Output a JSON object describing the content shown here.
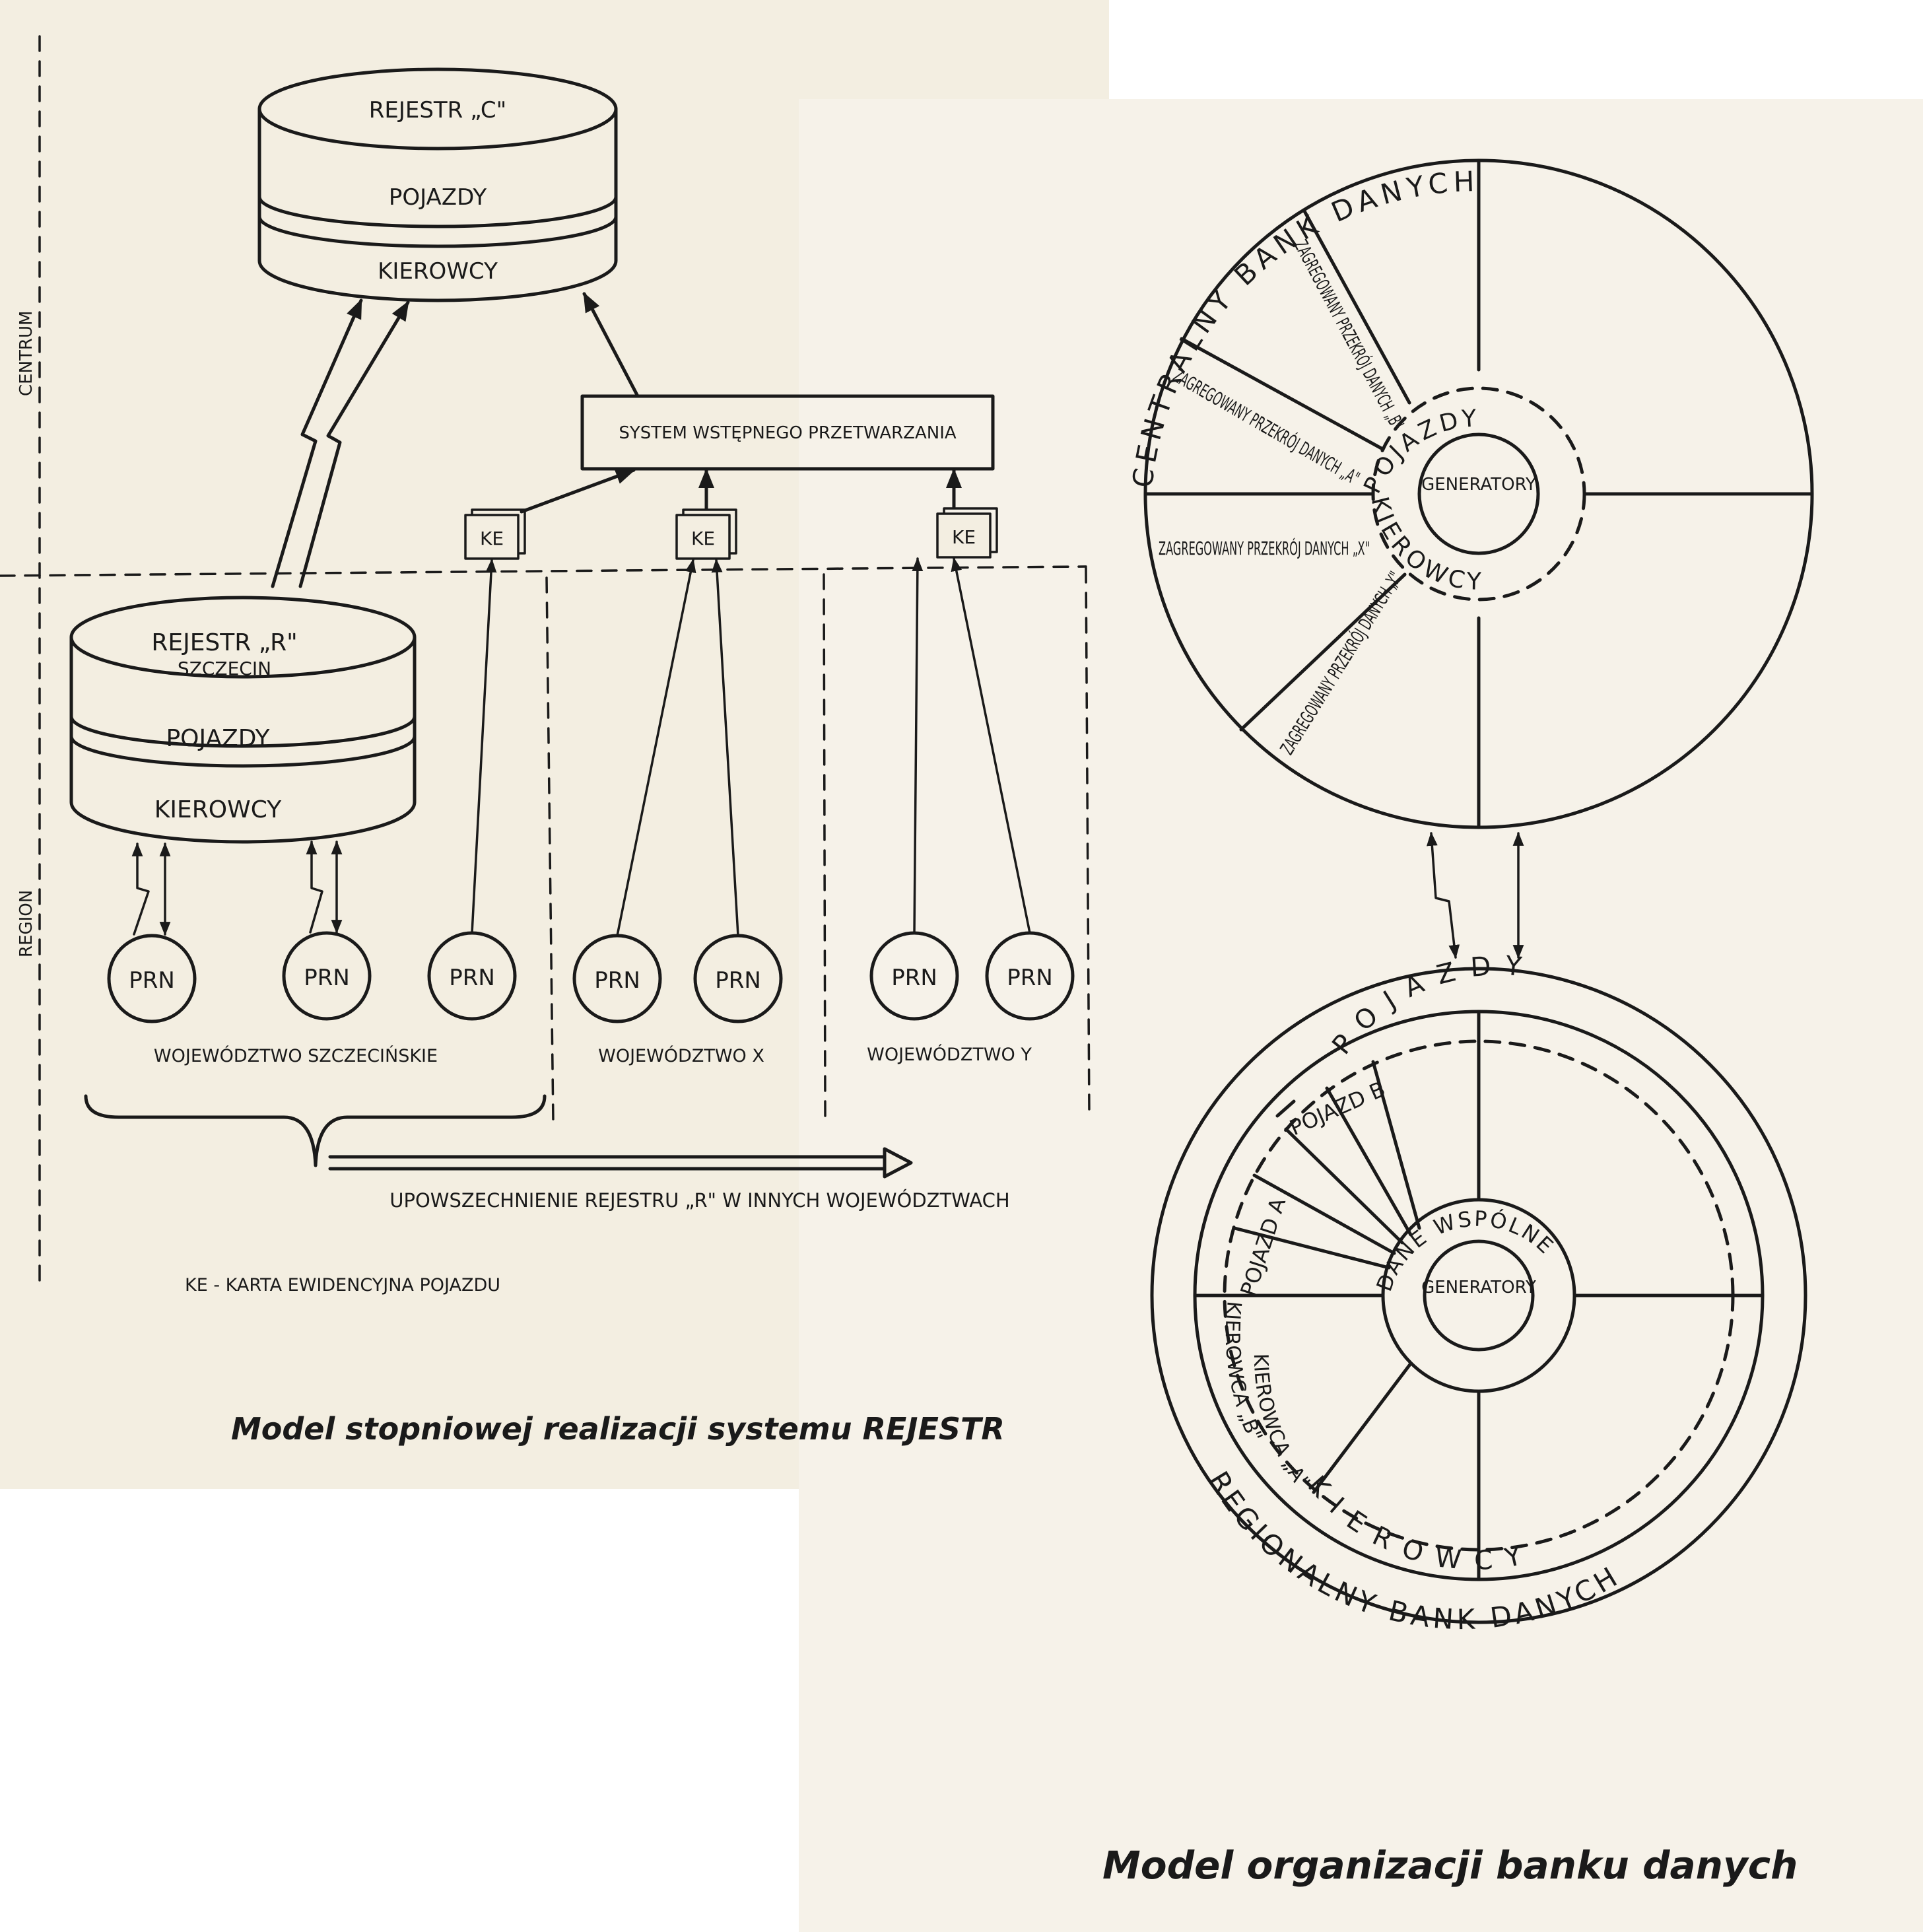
{
  "left_figure": {
    "zones": {
      "centrum": "CENTRUM",
      "region": "REGION"
    },
    "central_db": {
      "title": "REJESTR „C\"",
      "sections": [
        "POJAZDY",
        "KIEROWCY"
      ]
    },
    "regional_db": {
      "title": "REJESTR „R\"",
      "subtitle": "SZCZECIN",
      "sections": [
        "POJAZDY",
        "KIEROWCY"
      ]
    },
    "preprocessing": "SYSTEM WSTĘPNEGO PRZETWARZANIA",
    "ke_label": "KE",
    "prn_label": "PRN",
    "provinces": [
      "WOJEWÓDZTWO SZCZECIŃSKIE",
      "WOJEWÓDZTWO X",
      "WOJEWÓDZTWO Y"
    ],
    "spread_note": "UPOWSZECHNIENIE REJESTRU „R\" W INNYCH WOJEWÓDZTWACH",
    "legend": "KE - KARTA EWIDENCYJNA POJAZDU",
    "caption": "Model stopniowej realizacji systemu REJESTR"
  },
  "right_figure": {
    "central": {
      "title": "CENTRALNY BANK DANYCH",
      "segments": [
        "ZAGREGOWANY PRZEKRÓJ DANYCH „B\"",
        "ZAGREGOWANY PRZEKRÓJ DANYCH „A\"",
        "ZAGREGOWANY PRZEKRÓJ DANYCH „X\"",
        "ZAGREGOWANY PRZEKRÓJ DANYCH „Y\""
      ],
      "ring_top": "POJAZDY",
      "ring_bottom": "KIEROWCY",
      "core": "GENERATORY"
    },
    "regional": {
      "title": "REGIONALNY BANK DANYCH",
      "ring_top": "POJAZDY",
      "ring_bottom": "KIEROWCY",
      "vehicle_a": "POJAZD A",
      "vehicle_b": "POJAZD B",
      "driver_a": "KIEROWCA „A\"",
      "driver_b": "KIEROWCA „B\"",
      "common": "DANE WSPÓLNE",
      "core": "GENERATORY"
    },
    "caption": "Model organizacji banku danych"
  }
}
